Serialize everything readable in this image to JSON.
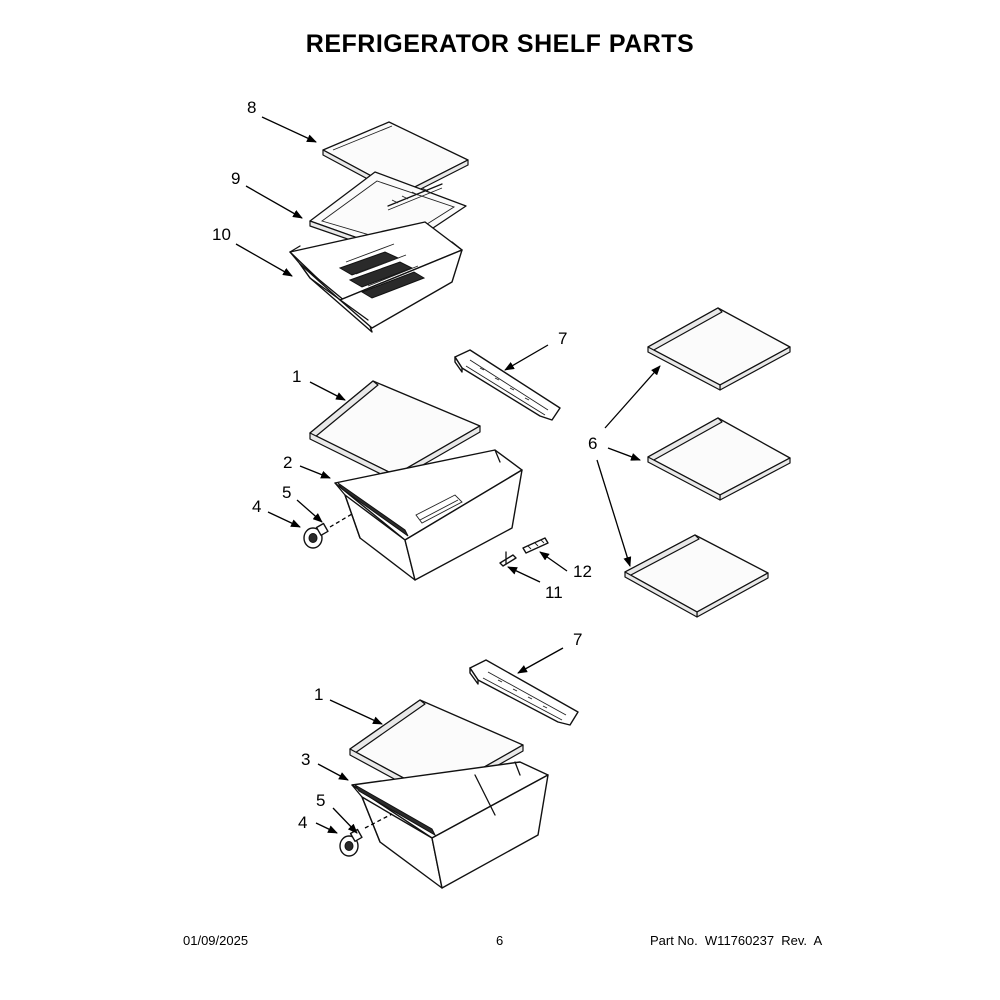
{
  "title": "REFRIGERATOR SHELF PARTS",
  "callouts": {
    "c1_top": "1",
    "c1_bottom": "1",
    "c2": "2",
    "c3": "3",
    "c4_top": "4",
    "c4_bottom": "4",
    "c5_top": "5",
    "c5_bottom": "5",
    "c6": "6",
    "c7_top": "7",
    "c7_bottom": "7",
    "c8": "8",
    "c9": "9",
    "c10": "10",
    "c11": "11",
    "c12": "12"
  },
  "footer": {
    "date": "01/09/2025",
    "page": "6",
    "part_number": "Part No.  W11760237  Rev.  A"
  }
}
